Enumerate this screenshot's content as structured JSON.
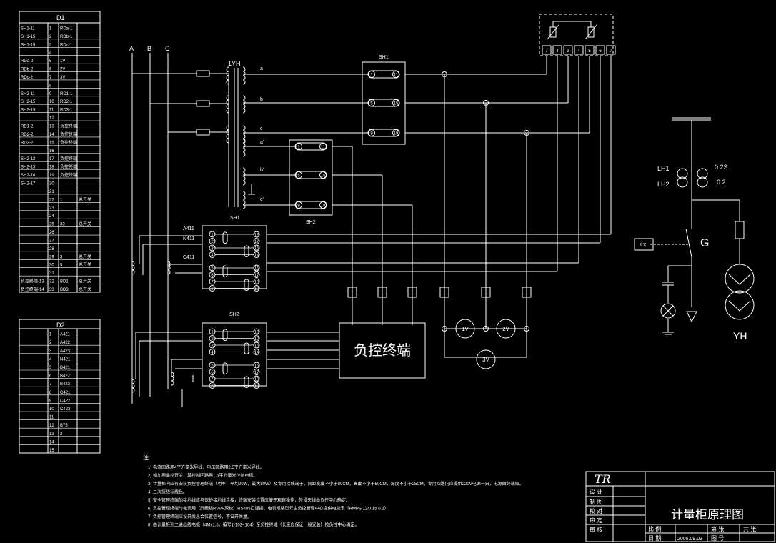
{
  "d1": {
    "title": "D1",
    "rows": [
      [
        "SH1-11",
        "1",
        "RDa-1",
        ""
      ],
      [
        "SH1-15",
        "2",
        "RDb-1",
        ""
      ],
      [
        "SH1-19",
        "3",
        "RDc-1",
        ""
      ],
      [
        "",
        "4",
        "",
        ""
      ],
      [
        "RDa-2",
        "5",
        "1V",
        ""
      ],
      [
        "RDb-2",
        "6",
        "2V",
        ""
      ],
      [
        "RDc-2",
        "7",
        "3V",
        ""
      ],
      [
        "",
        "8",
        "",
        ""
      ],
      [
        "SH2-11",
        "9",
        "RD1-1",
        ""
      ],
      [
        "SH2-15",
        "10",
        "RD2-1",
        ""
      ],
      [
        "SH2-19",
        "11",
        "RD3-1",
        ""
      ],
      [
        "",
        "12",
        "",
        ""
      ],
      [
        "RD1-2",
        "13",
        "负控终端",
        ""
      ],
      [
        "RD2-2",
        "14",
        "负控终端",
        ""
      ],
      [
        "RD3-2",
        "15",
        "负控终端",
        ""
      ],
      [
        "",
        "16",
        "",
        ""
      ],
      [
        "SH2-12",
        "17",
        "负控终端",
        ""
      ],
      [
        "SH2-13",
        "18",
        "负控终端",
        ""
      ],
      [
        "SH2-16",
        "19",
        "负控终端",
        ""
      ],
      [
        "SH2-17",
        "20",
        "",
        ""
      ],
      [
        "",
        "21",
        "",
        ""
      ],
      [
        "",
        "22",
        "1",
        "总开关"
      ],
      [
        "",
        "23",
        "",
        ""
      ],
      [
        "",
        "24",
        "",
        ""
      ],
      [
        "",
        "25",
        "33",
        "总开关"
      ],
      [
        "",
        "26",
        "",
        ""
      ],
      [
        "",
        "27",
        "",
        ""
      ],
      [
        "",
        "28",
        "",
        ""
      ],
      [
        "",
        "29",
        "3",
        "总开关"
      ],
      [
        "",
        "30",
        "5",
        "总开关"
      ],
      [
        "",
        "31",
        "",
        ""
      ],
      [
        "负控终端-13",
        "32",
        "BD1",
        "总开关"
      ],
      [
        "负控终端-14",
        "33",
        "BD3",
        "总开关"
      ]
    ]
  },
  "d2": {
    "title": "D2",
    "rows": [
      [
        "",
        "1",
        "A421"
      ],
      [
        "",
        "2",
        "A422"
      ],
      [
        "",
        "3",
        "A423"
      ],
      [
        "",
        "4",
        "N421"
      ],
      [
        "",
        "5",
        "B421"
      ],
      [
        "",
        "6",
        "B422"
      ],
      [
        "",
        "7",
        "B423"
      ],
      [
        "",
        "8",
        "C421"
      ],
      [
        "",
        "9",
        "C422"
      ],
      [
        "",
        "10",
        "C423"
      ],
      [
        "",
        "11",
        ""
      ],
      [
        "",
        "12",
        "B75"
      ],
      [
        "",
        "13",
        "2"
      ],
      [
        "",
        "14",
        ""
      ],
      [
        "",
        "15",
        ""
      ]
    ]
  },
  "phases": [
    "A",
    "B",
    "C"
  ],
  "transformer_label": "1YH",
  "pt_secondary": [
    "a",
    "b",
    "c",
    "a'",
    "b'",
    "c'"
  ],
  "sh1_top": {
    "title": "SH1",
    "terms": [
      [
        "1",
        "11"
      ],
      [
        "5",
        "15"
      ],
      [
        "9",
        "19"
      ]
    ]
  },
  "sh2_mid": {
    "title": "SH2",
    "terms": [
      [
        "1",
        "11"
      ],
      [
        "5",
        "15"
      ],
      [
        "9",
        "19"
      ]
    ]
  },
  "sh1_label_under_pt": "SH1",
  "ct_block1": {
    "title": "",
    "labels": [
      "A411",
      "N411",
      "C411"
    ],
    "left": [
      "1",
      "2",
      "3",
      "4",
      "5",
      "6",
      "7",
      "8"
    ],
    "right": [
      "13",
      "12",
      "15",
      "14",
      "16",
      "17",
      "18",
      "19"
    ]
  },
  "ct_block2": {
    "title": "SH2",
    "left": [
      "1",
      "2",
      "3",
      "4",
      "5",
      "6",
      "7",
      "8"
    ],
    "right": [
      "13",
      "12",
      "15",
      "14",
      "16",
      "17",
      "18",
      "19"
    ]
  },
  "top_terminals": [
    "7",
    "4",
    "3",
    "4",
    "5",
    "6",
    "7"
  ],
  "terminal_box": "负控终端",
  "meters": [
    "1V",
    "2V",
    "3V"
  ],
  "single_line": {
    "lh1": "LH1",
    "lh2": "LH2",
    "acc1": "0.2S",
    "acc2": "0.2",
    "switch": "G",
    "lx": "LX",
    "yh": "YH"
  },
  "notes": {
    "title": "注:",
    "lines": [
      "1) 电流回路用4平方毫米导线，电压回路用2.5平方毫米导线。",
      "2) 如加用遥控开关，其控制回路用1.5平方毫米控制电缆。",
      "3) 计量柜内应有安装负控管理终端（功率：平均20W，最大80W）及专用接线端子，间距宽度不小于80CM，高度不小于50CM，深度不小于25CM，专用回路内应提供220V电源一只，电源由终端取。",
      "4) 二次接线标线色。",
      "5) 安全管理终端的接地线应与保护接地线连接，终端安装位置应便于观察操作，外设天线由负控中心确定。",
      "6) 负控管理终端与电表用（屏蔽线RVVP双绞）RS485口连接，电表规格型号由负控管理中心提供电能表（RMPS 12/0.15 0.2）",
      "7) 负控管理终端应设开关总合位置信号，不设开关量。",
      "8) 由计量柜到二进出线电缆（4Mx1.5，编号1-102~104）至负控终端（长度应保证一般安装）按负控中心确定。"
    ]
  },
  "title_block": {
    "logo": "TR",
    "rows": [
      "设 计",
      "制 图",
      "校 对",
      "审 定",
      "审 核"
    ],
    "drawing_title": "计量柜原理图",
    "scale_label": "比 例",
    "date_label": "日 期",
    "date": "2005.09.03",
    "sheet_label": "第  张",
    "total_label": "共  张",
    "dwg_no_label": "图 号"
  }
}
